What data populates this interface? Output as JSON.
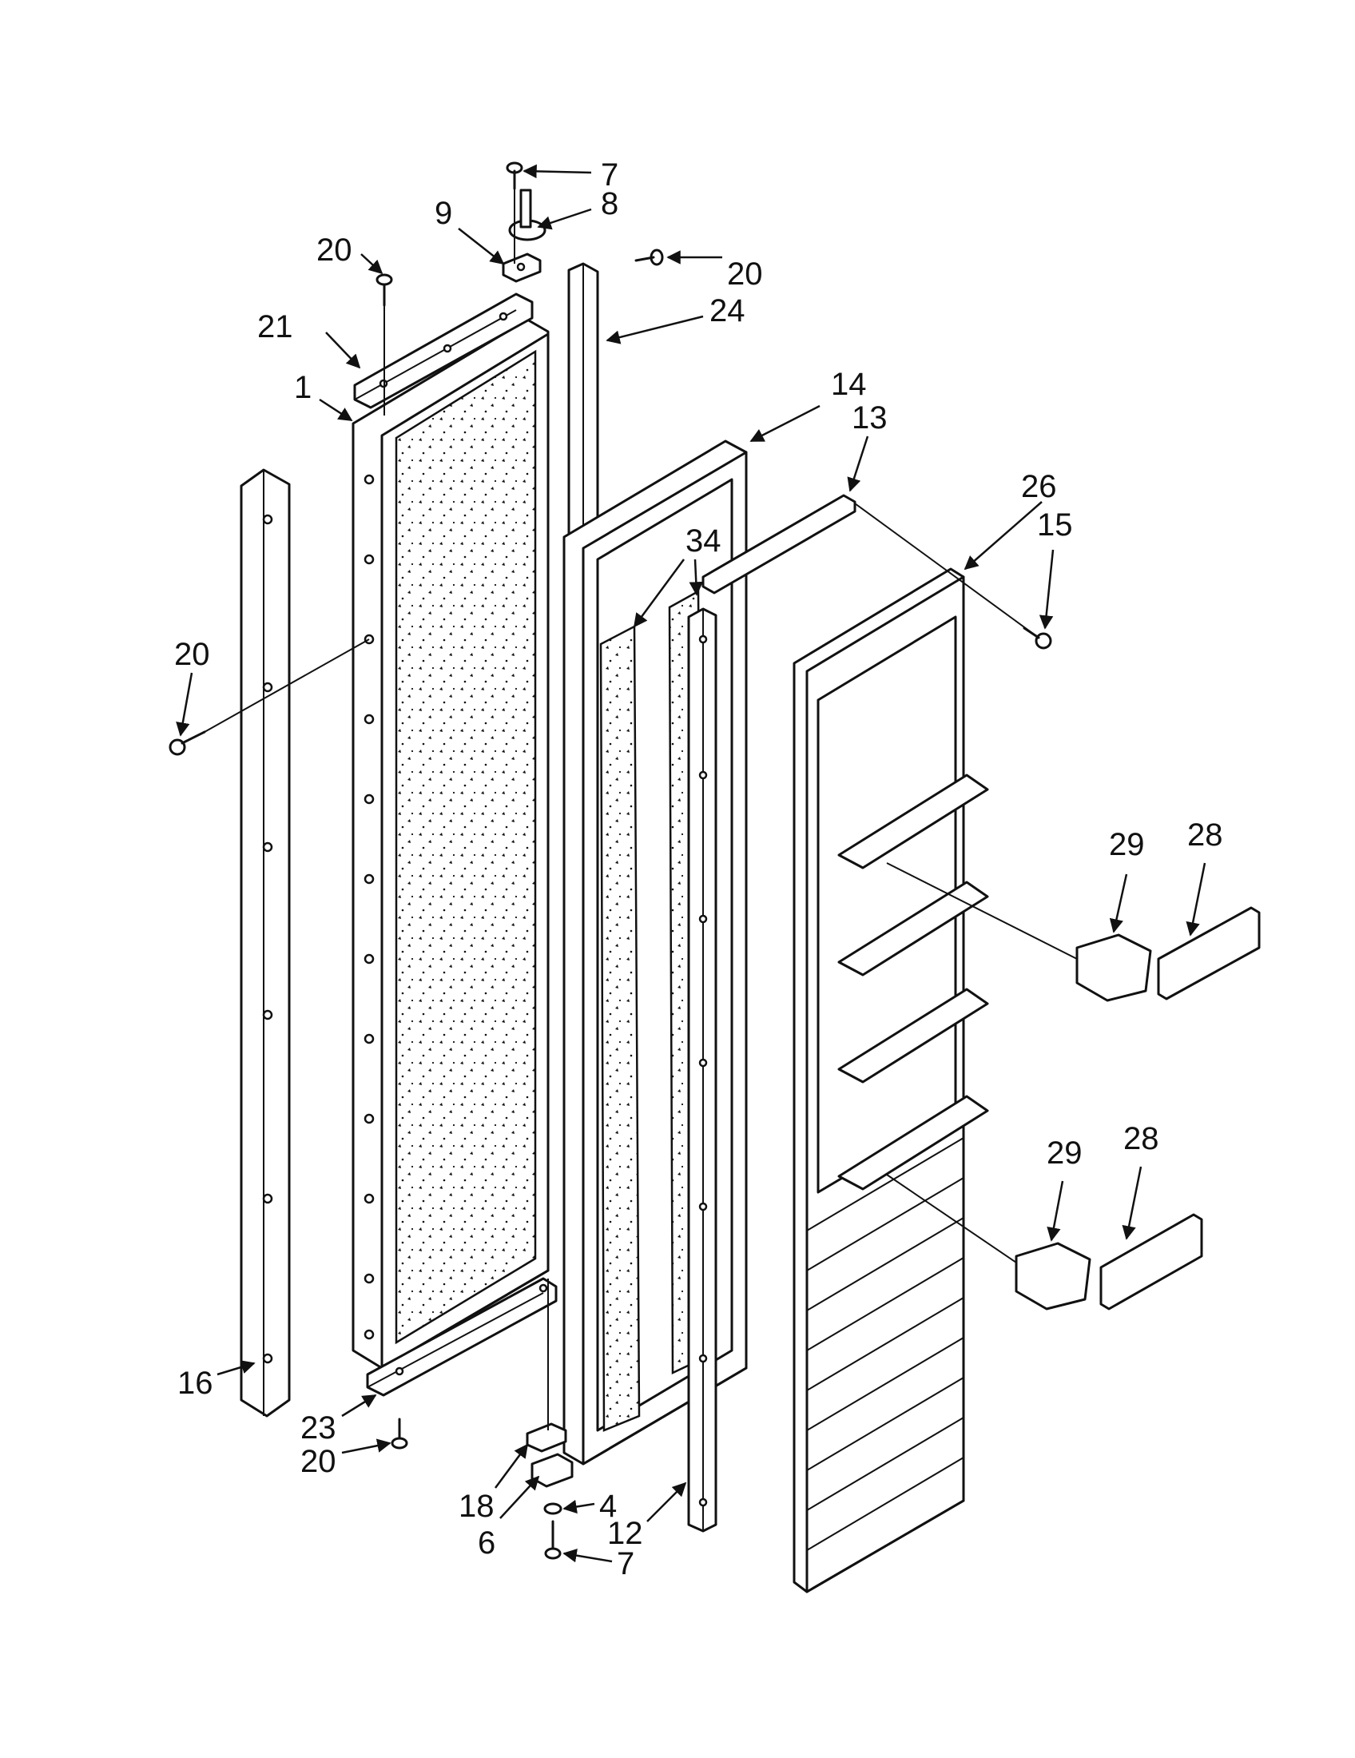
{
  "callouts": [
    {
      "id": "c7top",
      "label": "7"
    },
    {
      "id": "c8",
      "label": "8"
    },
    {
      "id": "c9",
      "label": "9"
    },
    {
      "id": "c20a",
      "label": "20"
    },
    {
      "id": "c20b",
      "label": "20"
    },
    {
      "id": "c21",
      "label": "21"
    },
    {
      "id": "c24",
      "label": "24"
    },
    {
      "id": "c1",
      "label": "1"
    },
    {
      "id": "c14",
      "label": "14"
    },
    {
      "id": "c13",
      "label": "13"
    },
    {
      "id": "c26",
      "label": "26"
    },
    {
      "id": "c15",
      "label": "15"
    },
    {
      "id": "c34",
      "label": "34"
    },
    {
      "id": "c20c",
      "label": "20"
    },
    {
      "id": "c29a",
      "label": "29"
    },
    {
      "id": "c28a",
      "label": "28"
    },
    {
      "id": "c29b",
      "label": "29"
    },
    {
      "id": "c28b",
      "label": "28"
    },
    {
      "id": "c16",
      "label": "16"
    },
    {
      "id": "c23",
      "label": "23"
    },
    {
      "id": "c20d",
      "label": "20"
    },
    {
      "id": "c18",
      "label": "18"
    },
    {
      "id": "c4",
      "label": "4"
    },
    {
      "id": "c6",
      "label": "6"
    },
    {
      "id": "c12",
      "label": "12"
    },
    {
      "id": "c7bot",
      "label": "7"
    }
  ]
}
